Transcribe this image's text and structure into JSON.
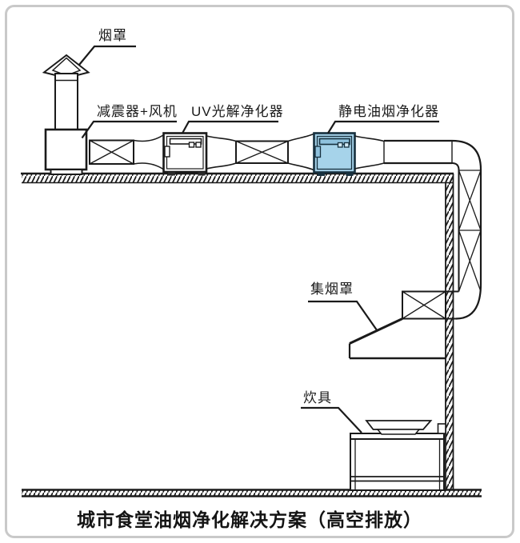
{
  "diagram": {
    "caption": "城市食堂油烟净化解决方案（高空排放）",
    "labels": {
      "rain_cap": "烟罩",
      "damper_fan": "减震器+风机",
      "uv_purifier": "UV光解净化器",
      "esp_purifier": "静电油烟净化器",
      "collection_hood": "集烟罩",
      "cooker": "炊具"
    },
    "colors": {
      "line": "#1a1a1a",
      "esp_fill": "#a6d3ea",
      "esp_fill_dark": "#8fc2de",
      "esp_fill_light": "#d3eaf6",
      "esp_border": "#17303e",
      "frame": "#c9c9c9"
    }
  }
}
